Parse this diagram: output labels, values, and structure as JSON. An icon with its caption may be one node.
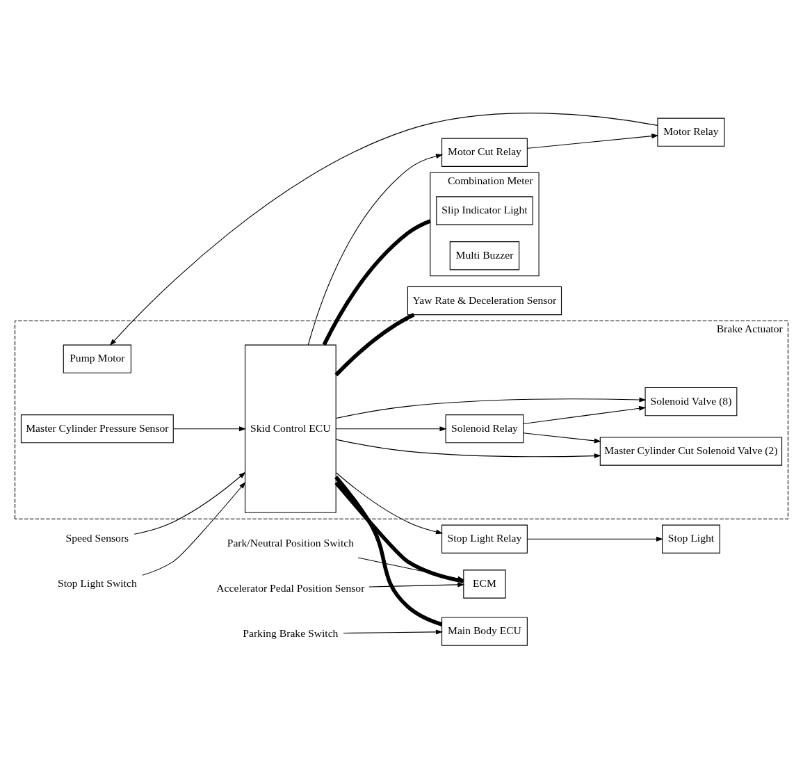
{
  "diagram": {
    "nodes": [
      {
        "text": [
          "Brake Actuator"
        ]
      },
      {
        "text": [
          "Speed Sensors"
        ]
      },
      {
        "text": [
          "Stop Light Switch"
        ]
      },
      {
        "text": [
          "Skid Control ECU"
        ],
        "in": 0
      },
      {
        "text": [
          "Master Cylinder Cut Solenoid Valve (2)"
        ],
        "in": 0
      },
      {
        "text": [
          "Solenoid Relay"
        ],
        "in": 0
      },
      {
        "text": [
          "Solenoid Valve (8)"
        ],
        "in": 0
      },
      {
        "text": [
          "Master Cylinder Pressure Sensor"
        ],
        "in": 0
      },
      {
        "text": [
          "Pump Motor"
        ],
        "in": 0
      },
      {
        "text": [
          "Stop Light Relay"
        ]
      },
      {
        "text": [
          "Stop Light"
        ]
      },
      {
        "text": [
          "Motor Relay"
        ]
      },
      {
        "text": [
          "Motor Cut Relay"
        ]
      },
      {
        "text": [
          "Combination Meter"
        ]
      },
      {
        "text": [
          "Slip Indicator Light"
        ],
        "in": 13
      },
      {
        "text": [
          "Multi Buzzer"
        ],
        "in": 13
      },
      {
        "text": [
          "ECM"
        ]
      },
      {
        "text": [
          "Accelerator Pedal Position Sensor"
        ]
      },
      {
        "text": [
          "Park/Neutral Position Switch"
        ]
      },
      {
        "text": [
          "Yaw Rate & Deceleration Sensor"
        ]
      },
      {
        "text": [
          "Main Body ECU"
        ]
      },
      {
        "text": [
          "Parking Brake Switch"
        ]
      }
    ],
    "edges": [
      {
        "from": 1,
        "to": 3,
        "arrow": "to"
      },
      {
        "from": 2,
        "to": 3,
        "arrow": "to"
      },
      {
        "from": 3,
        "to": 4,
        "arrow": "to"
      },
      {
        "from": 3,
        "to": 5,
        "arrow": "to"
      },
      {
        "from": 5,
        "to": 4,
        "arrow": "to"
      },
      {
        "from": 5,
        "to": 6,
        "arrow": "to"
      },
      {
        "from": 3,
        "to": 6,
        "arrow": "to"
      },
      {
        "from": 7,
        "to": 3,
        "arrow": "to"
      },
      {
        "from": 3,
        "to": 9,
        "arrow": "to"
      },
      {
        "from": 9,
        "to": 10,
        "arrow": "to"
      },
      {
        "from": 3,
        "to": 12,
        "arrow": "to"
      },
      {
        "from": 12,
        "to": 11,
        "arrow": "to"
      },
      {
        "from": 11,
        "to": 8,
        "arrow": "to"
      },
      {
        "from": 3,
        "to": 13,
        "arrow": "none",
        "style": "thick"
      },
      {
        "from": 3,
        "to": 16,
        "arrow": "none",
        "style": "thick"
      },
      {
        "from": 3,
        "to": 19,
        "arrow": "none",
        "style": "thick"
      },
      {
        "from": 3,
        "to": 20,
        "arrow": "none",
        "style": "thick"
      },
      {
        "from": 17,
        "to": 16,
        "arrow": "to"
      },
      {
        "from": 18,
        "to": 16,
        "arrow": "to"
      },
      {
        "from": 21,
        "to": 20,
        "arrow": "to"
      }
    ]
  }
}
